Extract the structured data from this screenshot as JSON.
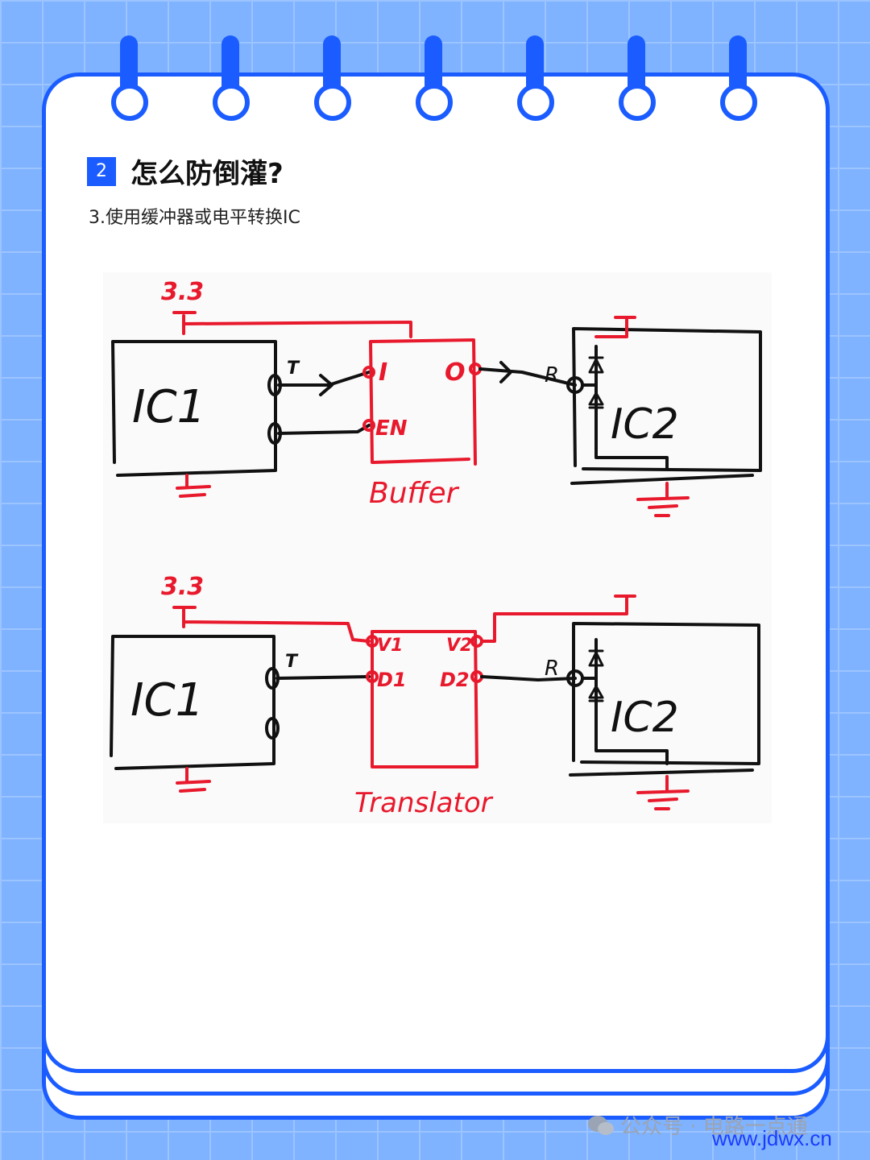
{
  "header": {
    "badge": "2",
    "title": "怎么防倒灌?",
    "subtitle": "3.使用缓冲器或电平转换IC"
  },
  "diagram_top": {
    "supply": "3.3",
    "ic1": "IC1",
    "ic2": "IC2",
    "pin_t": "T",
    "pin_r": "R",
    "block": "Buffer",
    "pin_in": "I",
    "pin_out": "O",
    "pin_en": "EN"
  },
  "diagram_bottom": {
    "supply": "3.3",
    "ic1": "IC1",
    "ic2": "IC2",
    "pin_t": "T",
    "pin_r": "R",
    "block": "Translator",
    "pin_v1": "V1",
    "pin_d1": "D1",
    "pin_v2": "V2",
    "pin_d2": "D2"
  },
  "watermark": {
    "text": "公众号 · 电路一点通",
    "url": "www.jdwx.cn"
  },
  "colors": {
    "accent": "#1a5cff",
    "wire": "#111111",
    "annotation": "#e8192c"
  }
}
